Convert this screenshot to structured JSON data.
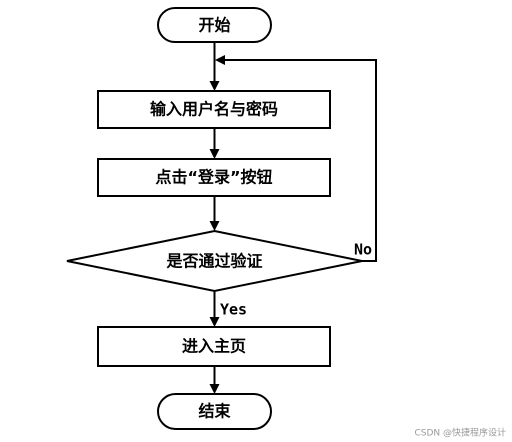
{
  "nodes": {
    "start": "开始",
    "input_credentials": "输入用户名与密码",
    "click_login": "点击“登录”按钮",
    "verify": "是否通过验证",
    "enter_home": "进入主页",
    "end": "结束"
  },
  "edges": {
    "yes_label": "Yes",
    "no_label": "No"
  },
  "watermark": "CSDN @快捷程序设计"
}
